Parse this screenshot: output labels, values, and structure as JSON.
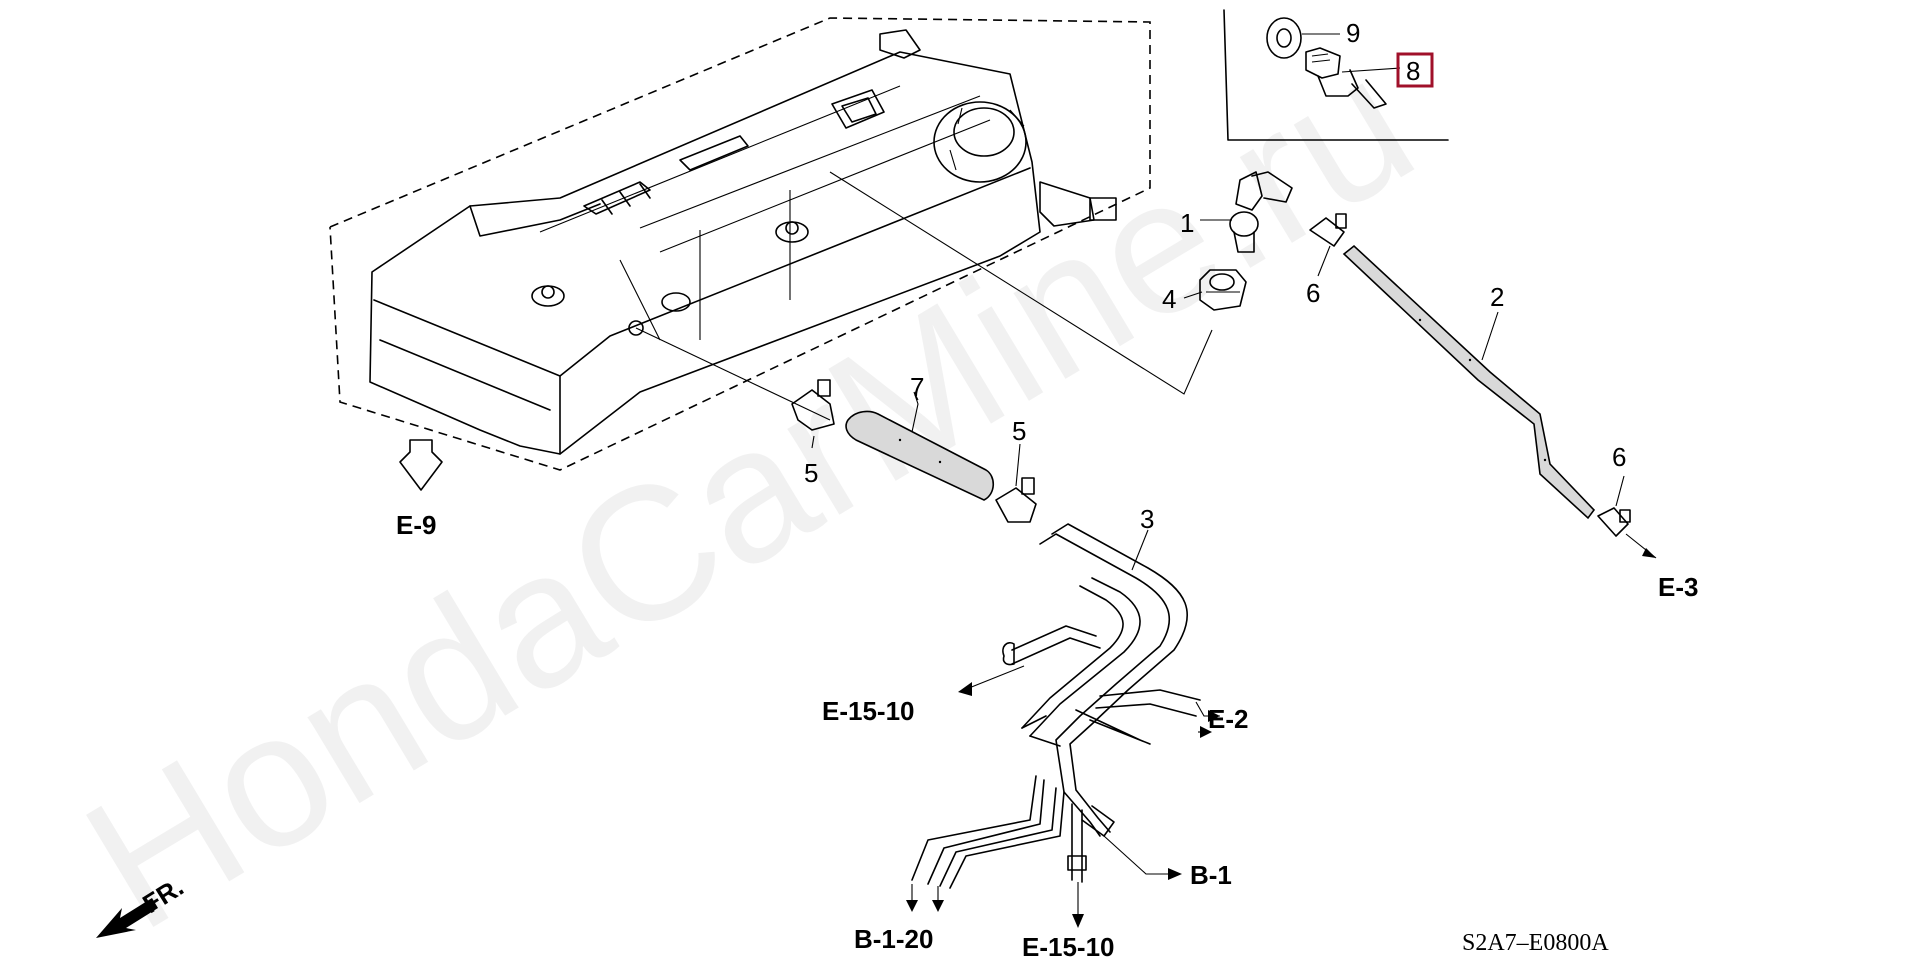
{
  "watermark": "HondaCarMine.ru",
  "diagram_code": "S2A7–E0800A",
  "front_indicator": "FR.",
  "highlight_color": "#a0102a",
  "part_numbers": {
    "p1": "1",
    "p2": "2",
    "p3": "3",
    "p4": "4",
    "p5": "5",
    "p6": "6",
    "p7": "7",
    "p8": "8",
    "p9": "9"
  },
  "references": {
    "e9": "E-9",
    "e3": "E-3",
    "e2": "E-2",
    "e15_10_left": "E-15-10",
    "e15_10_bottom": "E-15-10",
    "b1": "B-1",
    "b1_20": "B-1-20"
  }
}
